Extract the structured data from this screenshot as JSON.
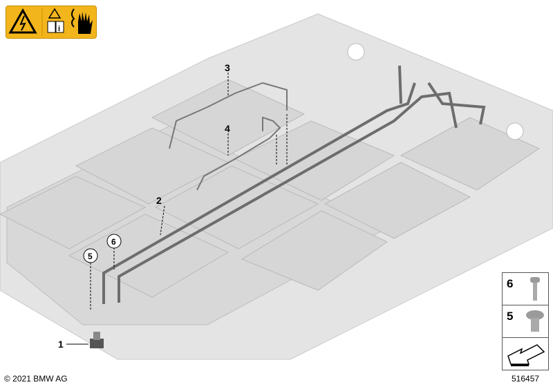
{
  "warning_label": {
    "icons": [
      "high-voltage-warning-icon",
      "read-manual-icon",
      "electric-shock-hand-icon"
    ],
    "color": "#f3b51c"
  },
  "callouts": {
    "c1": "1",
    "c2": "2",
    "c3": "3",
    "c4": "4",
    "c5": "5",
    "c6": "6"
  },
  "legend": {
    "items": [
      {
        "label": "6",
        "part": "flange-bolt"
      },
      {
        "label": "5",
        "part": "torx-screw"
      }
    ],
    "nav_icon": "arrow-icon"
  },
  "footer": {
    "copyright": "© 2021 BMW AG",
    "diagram_number": "516457"
  }
}
